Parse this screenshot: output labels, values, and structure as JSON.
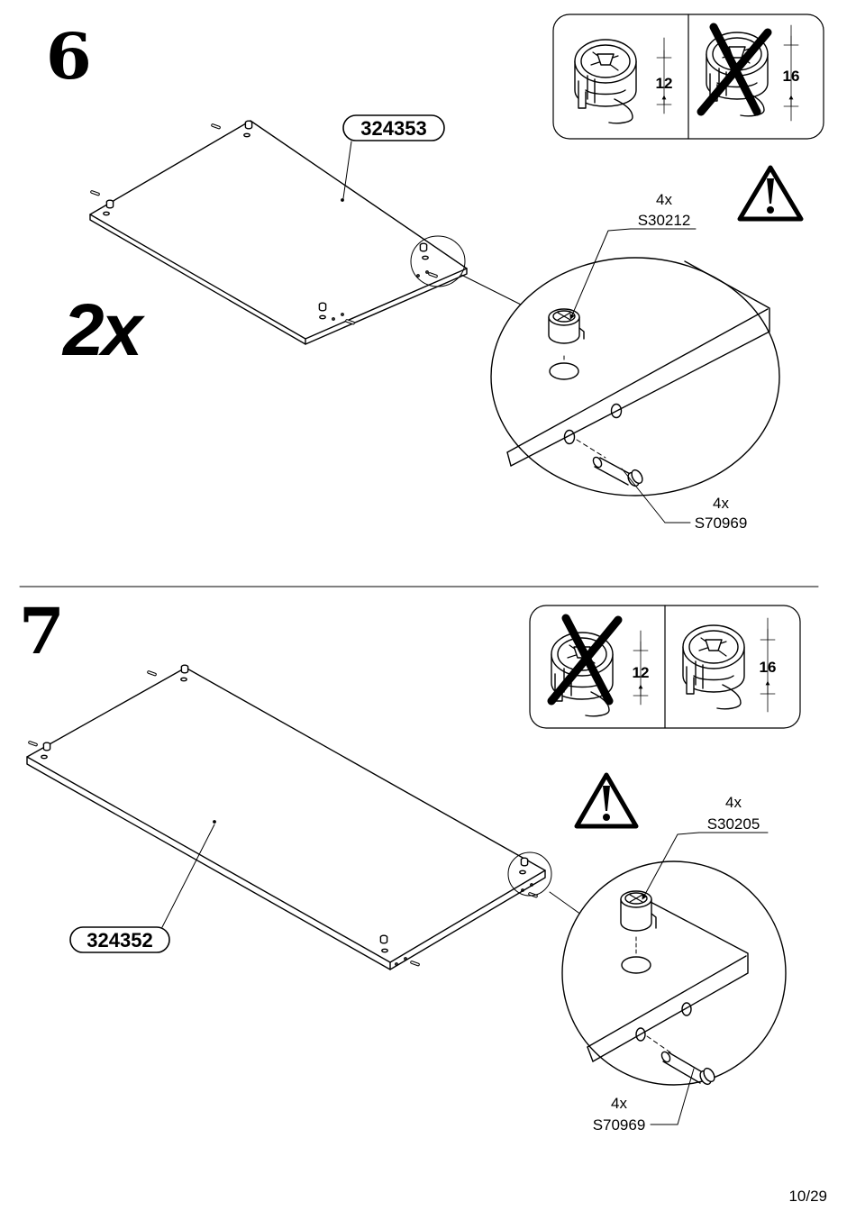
{
  "page": {
    "page_number": "10/29"
  },
  "step6": {
    "number": "6",
    "quantity": "2x",
    "panel_code": "324353",
    "dimension_good": "12",
    "dimension_bad": "16",
    "cam_qty": "4x",
    "cam_code": "S30212",
    "dowel_qty": "4x",
    "dowel_code": "S70969"
  },
  "step7": {
    "number": "7",
    "panel_code": "324352",
    "dimension_bad": "12",
    "dimension_good": "16",
    "cam_qty": "4x",
    "cam_code": "S30205",
    "dowel_qty": "4x",
    "dowel_code": "S70969"
  }
}
